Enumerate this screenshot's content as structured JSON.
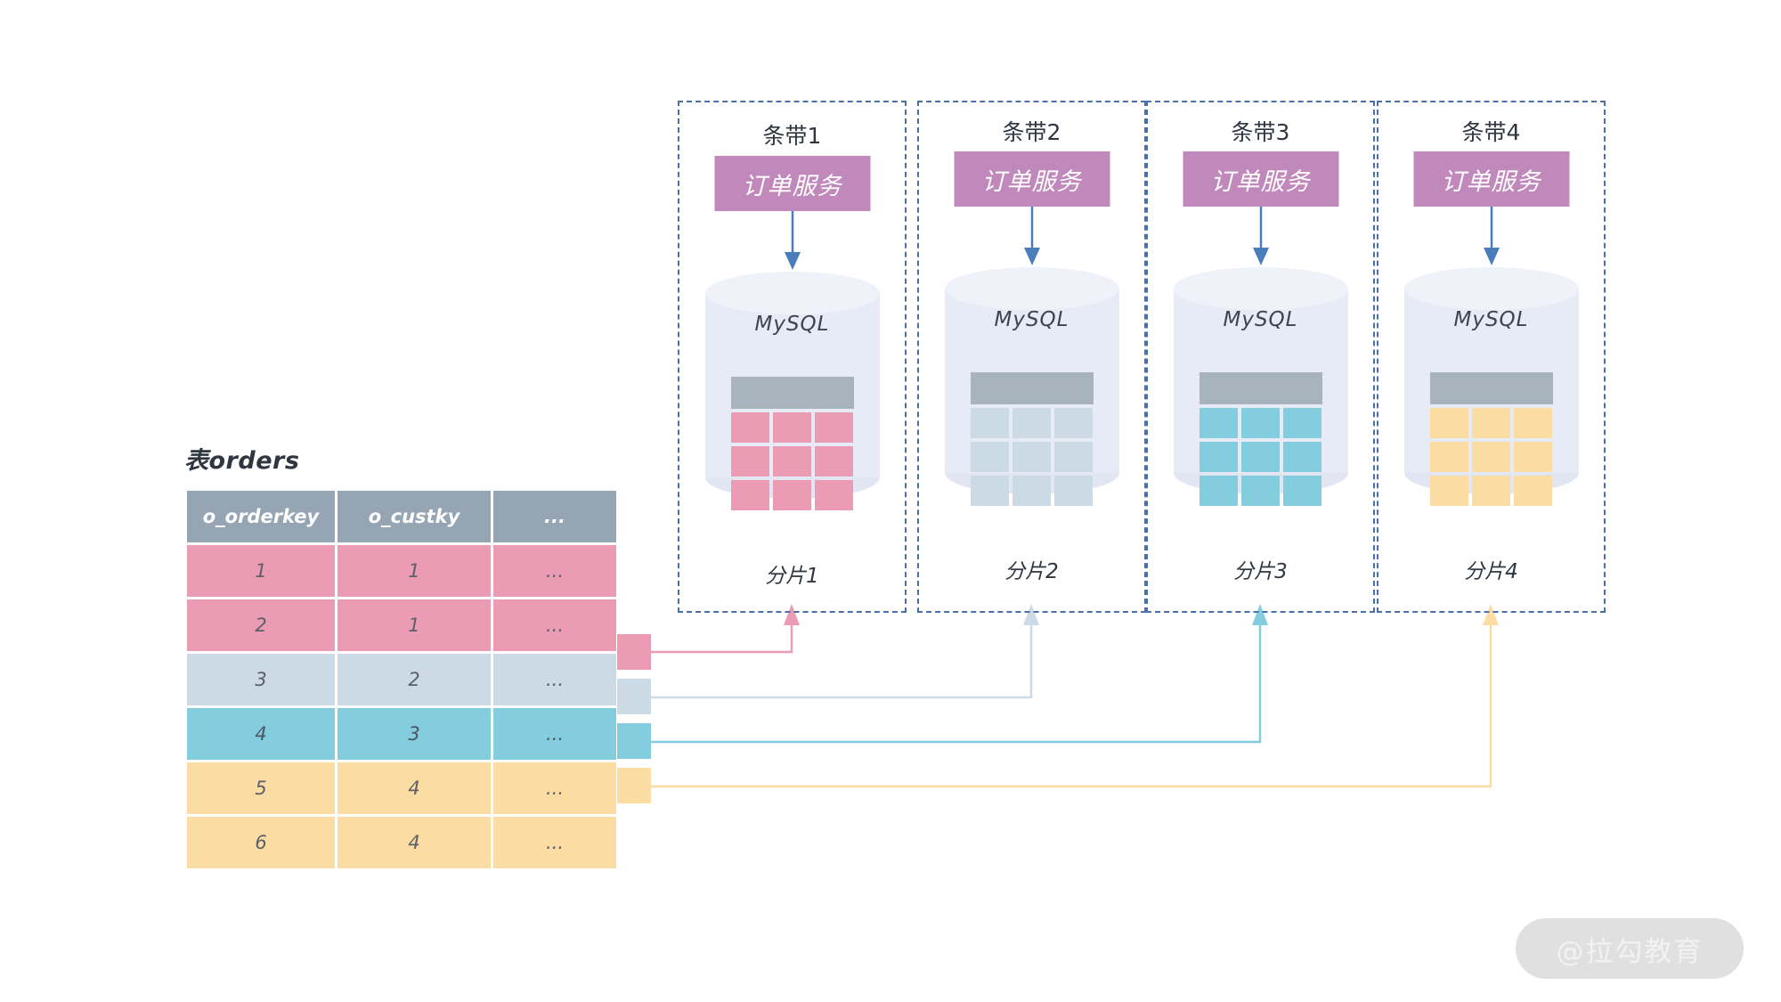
{
  "source": {
    "title": "表orders",
    "columns": [
      "o_orderkey",
      "o_custky",
      "..."
    ],
    "rows": [
      {
        "o_orderkey": "1",
        "o_custky": "1",
        "rest": "...",
        "shard": 1
      },
      {
        "o_orderkey": "2",
        "o_custky": "1",
        "rest": "...",
        "shard": 1
      },
      {
        "o_orderkey": "3",
        "o_custky": "2",
        "rest": "...",
        "shard": 2
      },
      {
        "o_orderkey": "4",
        "o_custky": "3",
        "rest": "...",
        "shard": 3
      },
      {
        "o_orderkey": "5",
        "o_custky": "4",
        "rest": "...",
        "shard": 4
      },
      {
        "o_orderkey": "6",
        "o_custky": "4",
        "rest": "...",
        "shard": 4
      }
    ]
  },
  "colors": {
    "shard1": "#eb9cb4",
    "shard2": "#ccdae5",
    "shard3": "#84cddf",
    "shard4": "#fbdda4",
    "header_gray": "#95a5b3",
    "service_purple": "#c088bb",
    "arrow_blue": "#4a7ebb",
    "dashed_border": "#4a6fa9",
    "cylinder": "#e7ebf5"
  },
  "shards": [
    {
      "stripe": "条带1",
      "service": "订单服务",
      "db": "MySQL",
      "shard_label": "分片1",
      "cell_class": "mc-pink"
    },
    {
      "stripe": "条带2",
      "service": "订单服务",
      "db": "MySQL",
      "shard_label": "分片2",
      "cell_class": "mc-steel"
    },
    {
      "stripe": "条带3",
      "service": "订单服务",
      "db": "MySQL",
      "shard_label": "分片3",
      "cell_class": "mc-cyan"
    },
    {
      "stripe": "条带4",
      "service": "订单服务",
      "db": "MySQL",
      "shard_label": "分片4",
      "cell_class": "mc-amber"
    }
  ],
  "watermark": "@拉勾教育"
}
